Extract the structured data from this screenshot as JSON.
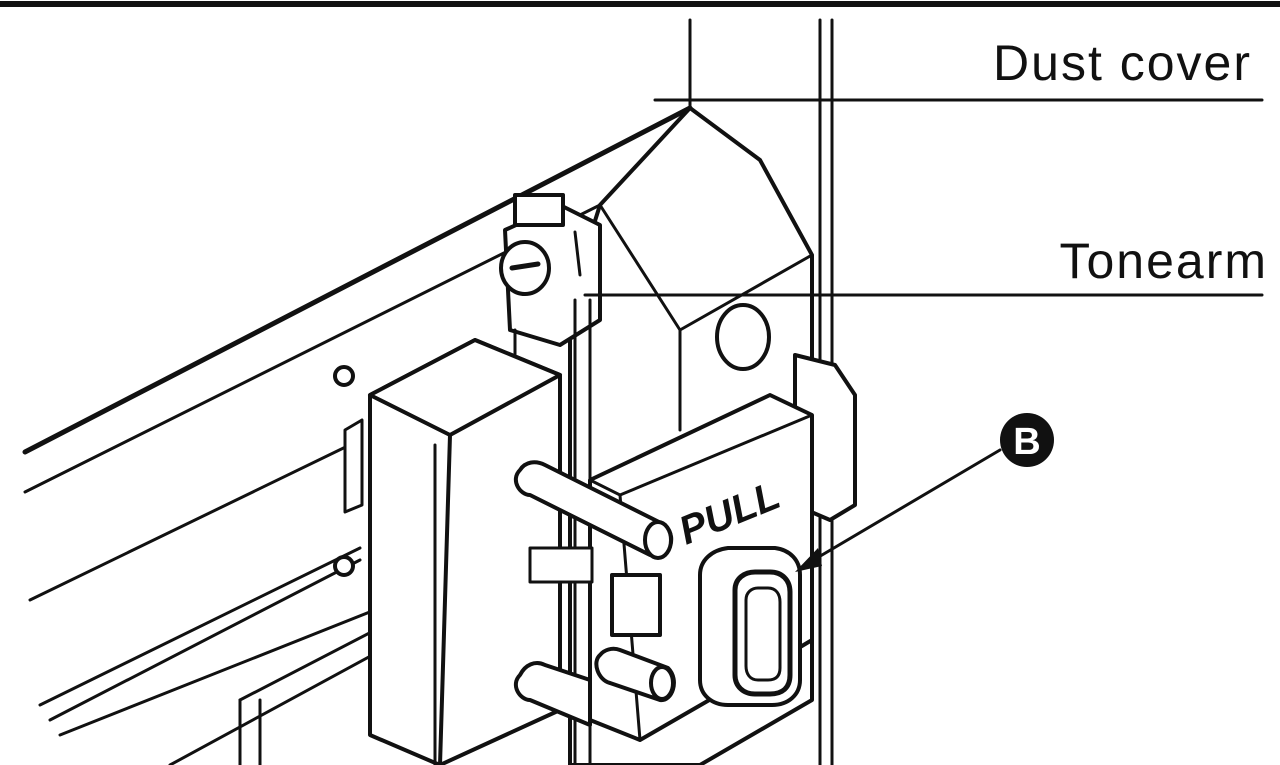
{
  "callouts": {
    "dust_cover": "Dust cover",
    "tonearm": "Tonearm"
  },
  "part_label": "PULL",
  "marker": "B"
}
